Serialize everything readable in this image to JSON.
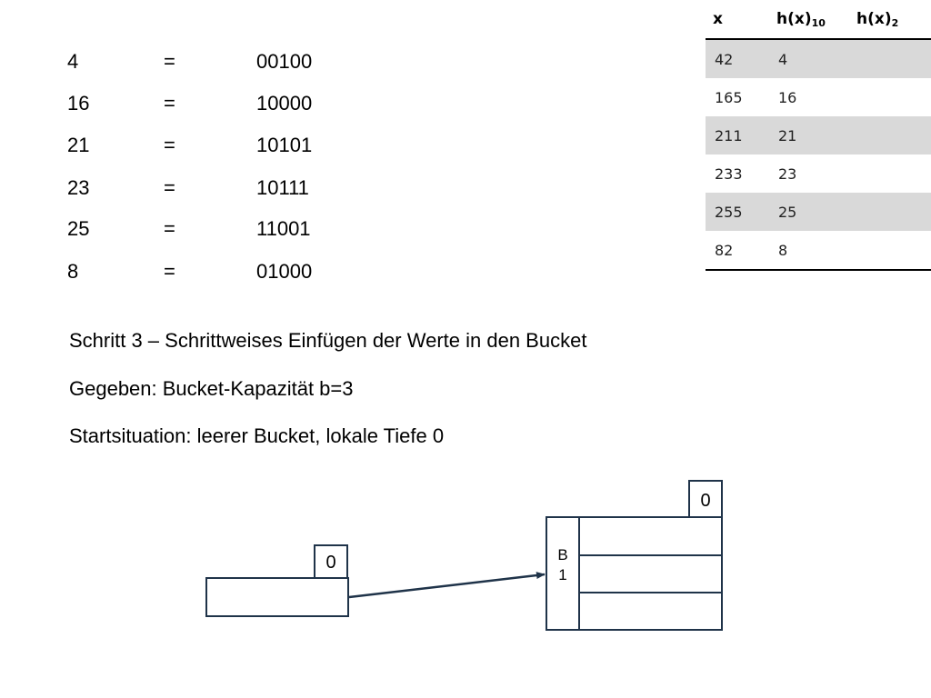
{
  "conversions": [
    {
      "decimal": "4",
      "eq": "=",
      "binary": "00100"
    },
    {
      "decimal": "16",
      "eq": "=",
      "binary": "10000"
    },
    {
      "decimal": "21",
      "eq": "=",
      "binary": "10101"
    },
    {
      "decimal": "23",
      "eq": "=",
      "binary": "10111"
    },
    {
      "decimal": "25",
      "eq": "=",
      "binary": "11001"
    },
    {
      "decimal": "8",
      "eq": "=",
      "binary": "01000"
    }
  ],
  "hash_table": {
    "headers": {
      "x": "x",
      "h10_base": "h(x)",
      "h10_sub": "10",
      "h2_base": "h(x)",
      "h2_sub": "2"
    },
    "rows": [
      {
        "x": "42",
        "h10": "4",
        "h2": ""
      },
      {
        "x": "165",
        "h10": "16",
        "h2": ""
      },
      {
        "x": "211",
        "h10": "21",
        "h2": ""
      },
      {
        "x": "233",
        "h10": "23",
        "h2": ""
      },
      {
        "x": "255",
        "h10": "25",
        "h2": ""
      },
      {
        "x": "82",
        "h10": "8",
        "h2": ""
      }
    ]
  },
  "text": {
    "step": "Schritt 3 – Schrittweises Einfügen der Werte in den Bucket",
    "given": "Gegeben: Bucket-Kapazität b=3",
    "start": "Startsituation: leerer Bucket, lokale Tiefe 0"
  },
  "diagram": {
    "directory_depth": "0",
    "bucket_local_depth": "0",
    "bucket_label_line1": "B",
    "bucket_label_line2": "1",
    "line_color": "#1f3349"
  }
}
